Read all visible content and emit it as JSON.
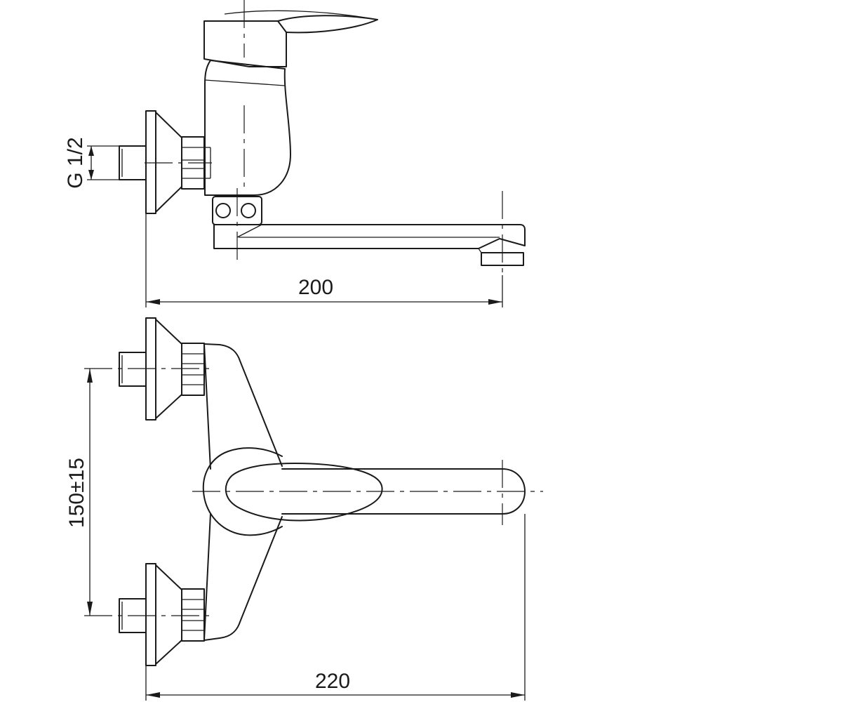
{
  "dimensions": {
    "thread": "G 1/2",
    "spout_reach": "200",
    "inlet_spacing": "150±15",
    "overall_length": "220"
  }
}
